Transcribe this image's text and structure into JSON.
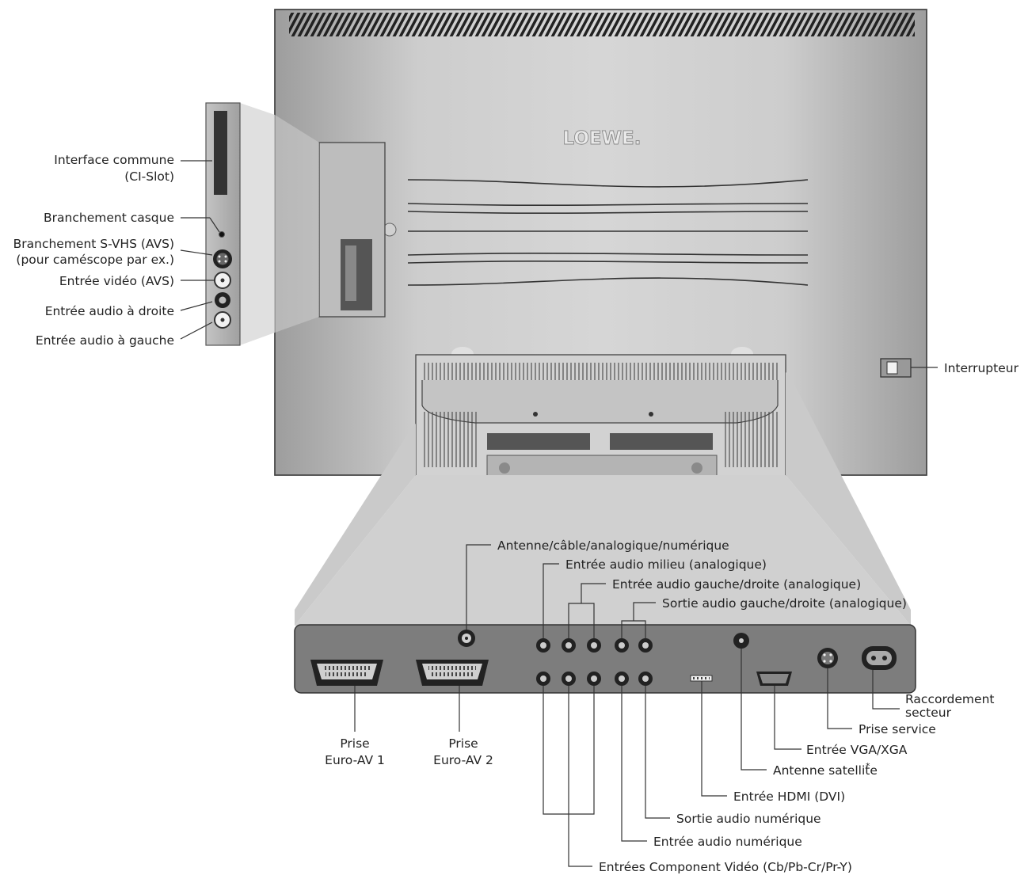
{
  "brand": {
    "logo": "LOEWE."
  },
  "side_panel": {
    "labels": {
      "ci_slot_line1": "Interface commune",
      "ci_slot_line2": "(CI-Slot)",
      "headphones": "Branchement casque",
      "svhs_line1": "Branchement S-VHS (AVS)",
      "svhs_line2": "(pour caméscope par ex.)",
      "video_in": "Entrée vidéo (AVS)",
      "audio_right": "Entrée audio à droite",
      "audio_left": "Entrée audio à gauche"
    }
  },
  "power_switch": {
    "label": "Interrupteur"
  },
  "rear_panel": {
    "top_labels": {
      "antenna": "Antenne/câble/analogique/numérique",
      "audio_center": "Entrée audio milieu (analogique)",
      "audio_in_lr": "Entrée audio gauche/droite (analogique)",
      "audio_out_lr": "Sortie audio gauche/droite (analogique)"
    },
    "bottom_labels": {
      "euro1_line1": "Prise",
      "euro1_line2": "Euro-AV 1",
      "euro2_line1": "Prise",
      "euro2_line2": "Euro-AV 2",
      "mains_line1": "Raccordement",
      "mains_line2": "secteur",
      "service": "Prise service",
      "vga": "Entrée VGA/XGA",
      "satellite": "Antenne satellite",
      "satellite_mark": "*",
      "hdmi": "Entrée HDMI (DVI)",
      "digital_out": "Sortie audio numérique",
      "digital_in": "Entrée audio numérique",
      "component": "Entrées Component Vidéo (Cb/Pb-Cr/Pr-Y)"
    }
  },
  "colors": {
    "panel": "#7f7f7f",
    "body": "#c4c4c4",
    "funnel": "#cfcfcf",
    "ink": "#222222"
  }
}
